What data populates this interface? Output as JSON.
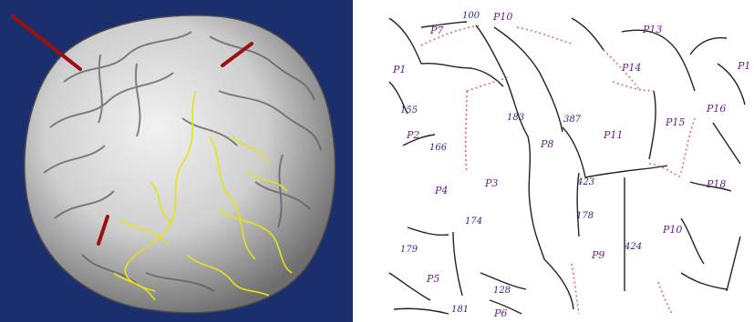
{
  "colors": {
    "left_background": "#1b2e6e",
    "brain_surface": "#d2d2d2",
    "sulcus_highlight": "#e6e21a",
    "marker_lines": "#9b1010",
    "region_label": "#6a1f8a",
    "number_label": "#2a2a8a",
    "boundary_dotted": "#e66a6a",
    "boundary_solid": "#222222"
  },
  "right_diagram": {
    "region_labels": [
      "P1",
      "P7",
      "P10",
      "P13",
      "P14",
      "P1",
      "P16",
      "P15",
      "P11",
      "P8",
      "P2",
      "P4",
      "P3",
      "P18",
      "P10",
      "P9",
      "P5",
      "P6"
    ],
    "number_labels": [
      "100",
      "155",
      "166",
      "183",
      "387",
      "423",
      "174",
      "178",
      "424",
      "179",
      "128",
      "181"
    ]
  }
}
